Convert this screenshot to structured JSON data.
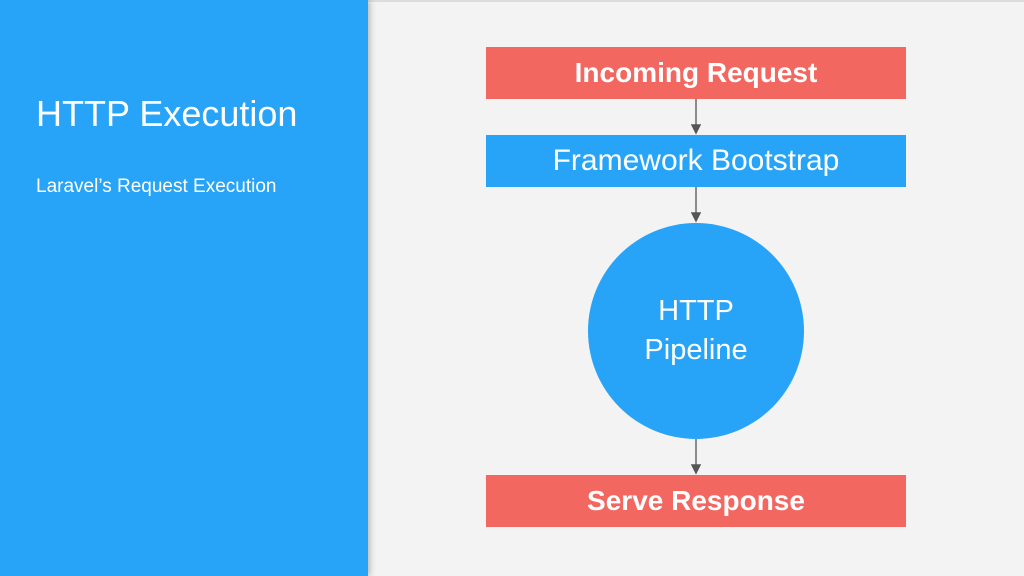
{
  "slide": {
    "title": "HTTP Execution",
    "subtitle": "Laravel’s Request Execution"
  },
  "flow": {
    "incoming": "Incoming Request",
    "bootstrap": "Framework Bootstrap",
    "pipeline_line1": "HTTP",
    "pipeline_line2": "Pipeline",
    "serve": "Serve Response"
  },
  "colors": {
    "panel_blue": "#27a4f8",
    "box_red": "#f26760",
    "background": "#f3f3f3"
  }
}
